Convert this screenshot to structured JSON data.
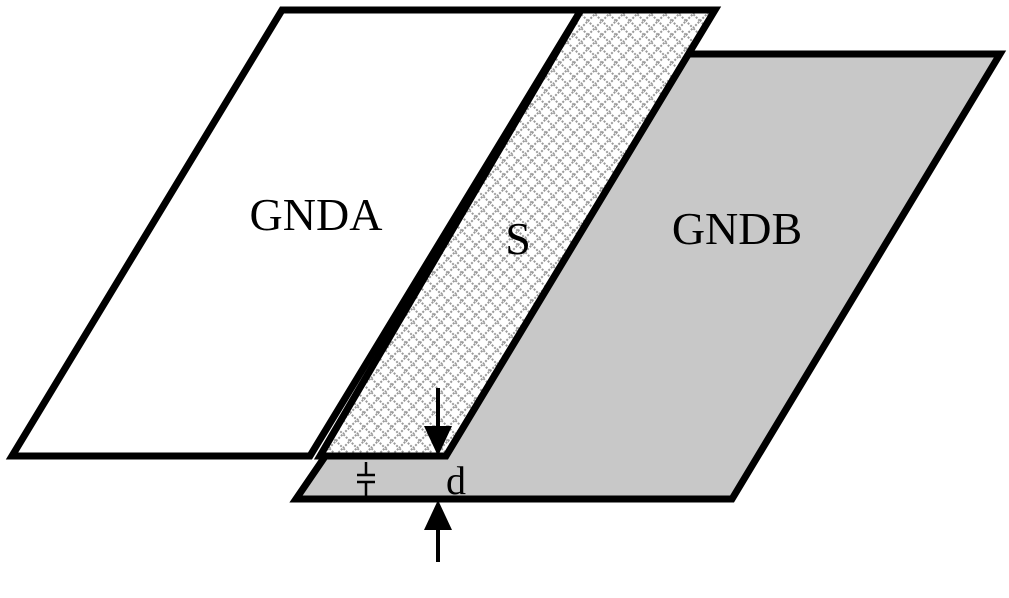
{
  "diagram": {
    "labels": {
      "gnda": "GNDA",
      "signal": "S",
      "gndb": "GNDB",
      "gap": "d"
    },
    "colors": {
      "gnda_fill": "#ffffff",
      "gndb_fill": "#c8c8c8",
      "hatch_color": "#9a9a9a",
      "outline": "#000000"
    },
    "icons": {
      "capacitor": "capacitor-icon",
      "arrow_down": "arrow-down-icon",
      "arrow_up": "arrow-up-icon"
    }
  }
}
